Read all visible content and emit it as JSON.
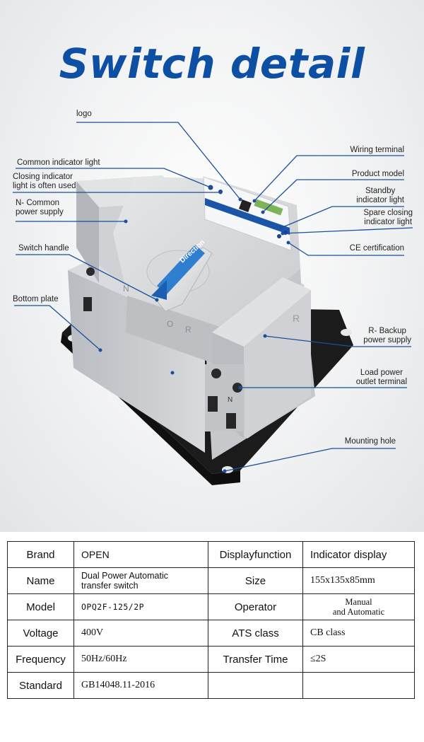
{
  "title": "Switch detail",
  "callouts": {
    "logo": "logo",
    "common_indicator": "Common indicator light",
    "closing_indicator_1": "Closing indicator",
    "closing_indicator_2": "light is often used",
    "n_common_1": "N- Common",
    "n_common_2": "power supply",
    "switch_handle": "Switch handle",
    "bottom_plate": "Bottom plate",
    "wiring_terminal": "Wiring terminal",
    "product_model": "Product model",
    "standby_1": "Standby",
    "standby_2": "indicator light",
    "spare_1": "Spare closing",
    "spare_2": "indicator light",
    "ce": "CE certification",
    "r_backup_1": "R- Backup",
    "r_backup_2": "power supply",
    "load_1": "Load power",
    "load_2": "outlet terminal",
    "mounting_hole": "Mounting hole"
  },
  "device": {
    "handle_label": "Direction",
    "pos_n": "N",
    "pos_r": "R",
    "pos_o": "O",
    "term_n": "N",
    "term_r": "R"
  },
  "specs": {
    "rows": [
      {
        "l1": "Brand",
        "v1": "OPEN",
        "l2": "Displayfunction",
        "v2": "Indicator display"
      },
      {
        "l1": "Name",
        "v1a": "Dual Power Automatic",
        "v1b": "transfer switch",
        "l2": "Size",
        "v2": "155x135x85mm"
      },
      {
        "l1": "Model",
        "v1": "OPQ2F-125/2P",
        "l2": "Operator",
        "v2a": "Manual",
        "v2b": "and Automatic"
      },
      {
        "l1": "Voltage",
        "v1": "400V",
        "l2": "ATS class",
        "v2": "CB class"
      },
      {
        "l1": "Frequency",
        "v1": "50Hz/60Hz",
        "l2": "Transfer Time",
        "v2": "≤2S"
      },
      {
        "l1": "Standard",
        "v1": "GB14048.11-2016",
        "l2": "",
        "v2": ""
      }
    ]
  },
  "colors": {
    "title_blue": "#0d4fa3",
    "leader_blue": "#1b4f9c",
    "handle_blue": "#2f7fd0"
  }
}
